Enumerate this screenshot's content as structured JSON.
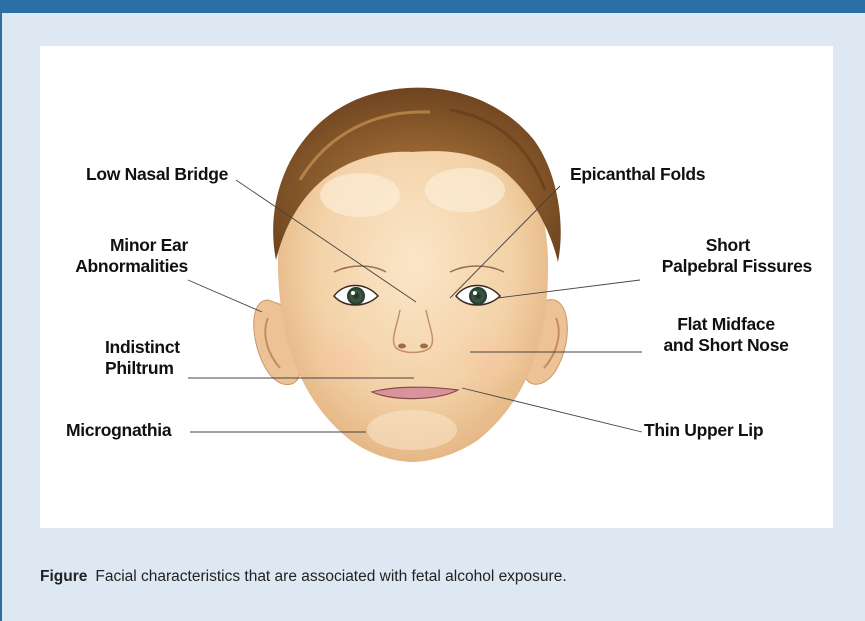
{
  "labels": {
    "low_nasal_bridge": "Low Nasal Bridge",
    "epicanthal_folds": "Epicanthal Folds",
    "minor_ear_line1": "Minor Ear",
    "minor_ear_line2": "Abnormalities",
    "short_palpebral_line1": "Short",
    "short_palpebral_line2": "Palpebral Fissures",
    "indistinct_line1": "Indistinct",
    "indistinct_line2": "Philtrum",
    "flat_midface_line1": "Flat Midface",
    "flat_midface_line2": "and Short Nose",
    "micrognathia": "Micrognathia",
    "thin_upper_lip": "Thin Upper Lip"
  },
  "caption": {
    "lead": "Figure",
    "text": "Facial characteristics that are associated with fetal alcohol exposure."
  },
  "colors": {
    "frame_background": "#dde8f3",
    "accent_bar": "#2a6fa6",
    "skin": "#f1cfa4",
    "hair": "#8a5a2b"
  }
}
